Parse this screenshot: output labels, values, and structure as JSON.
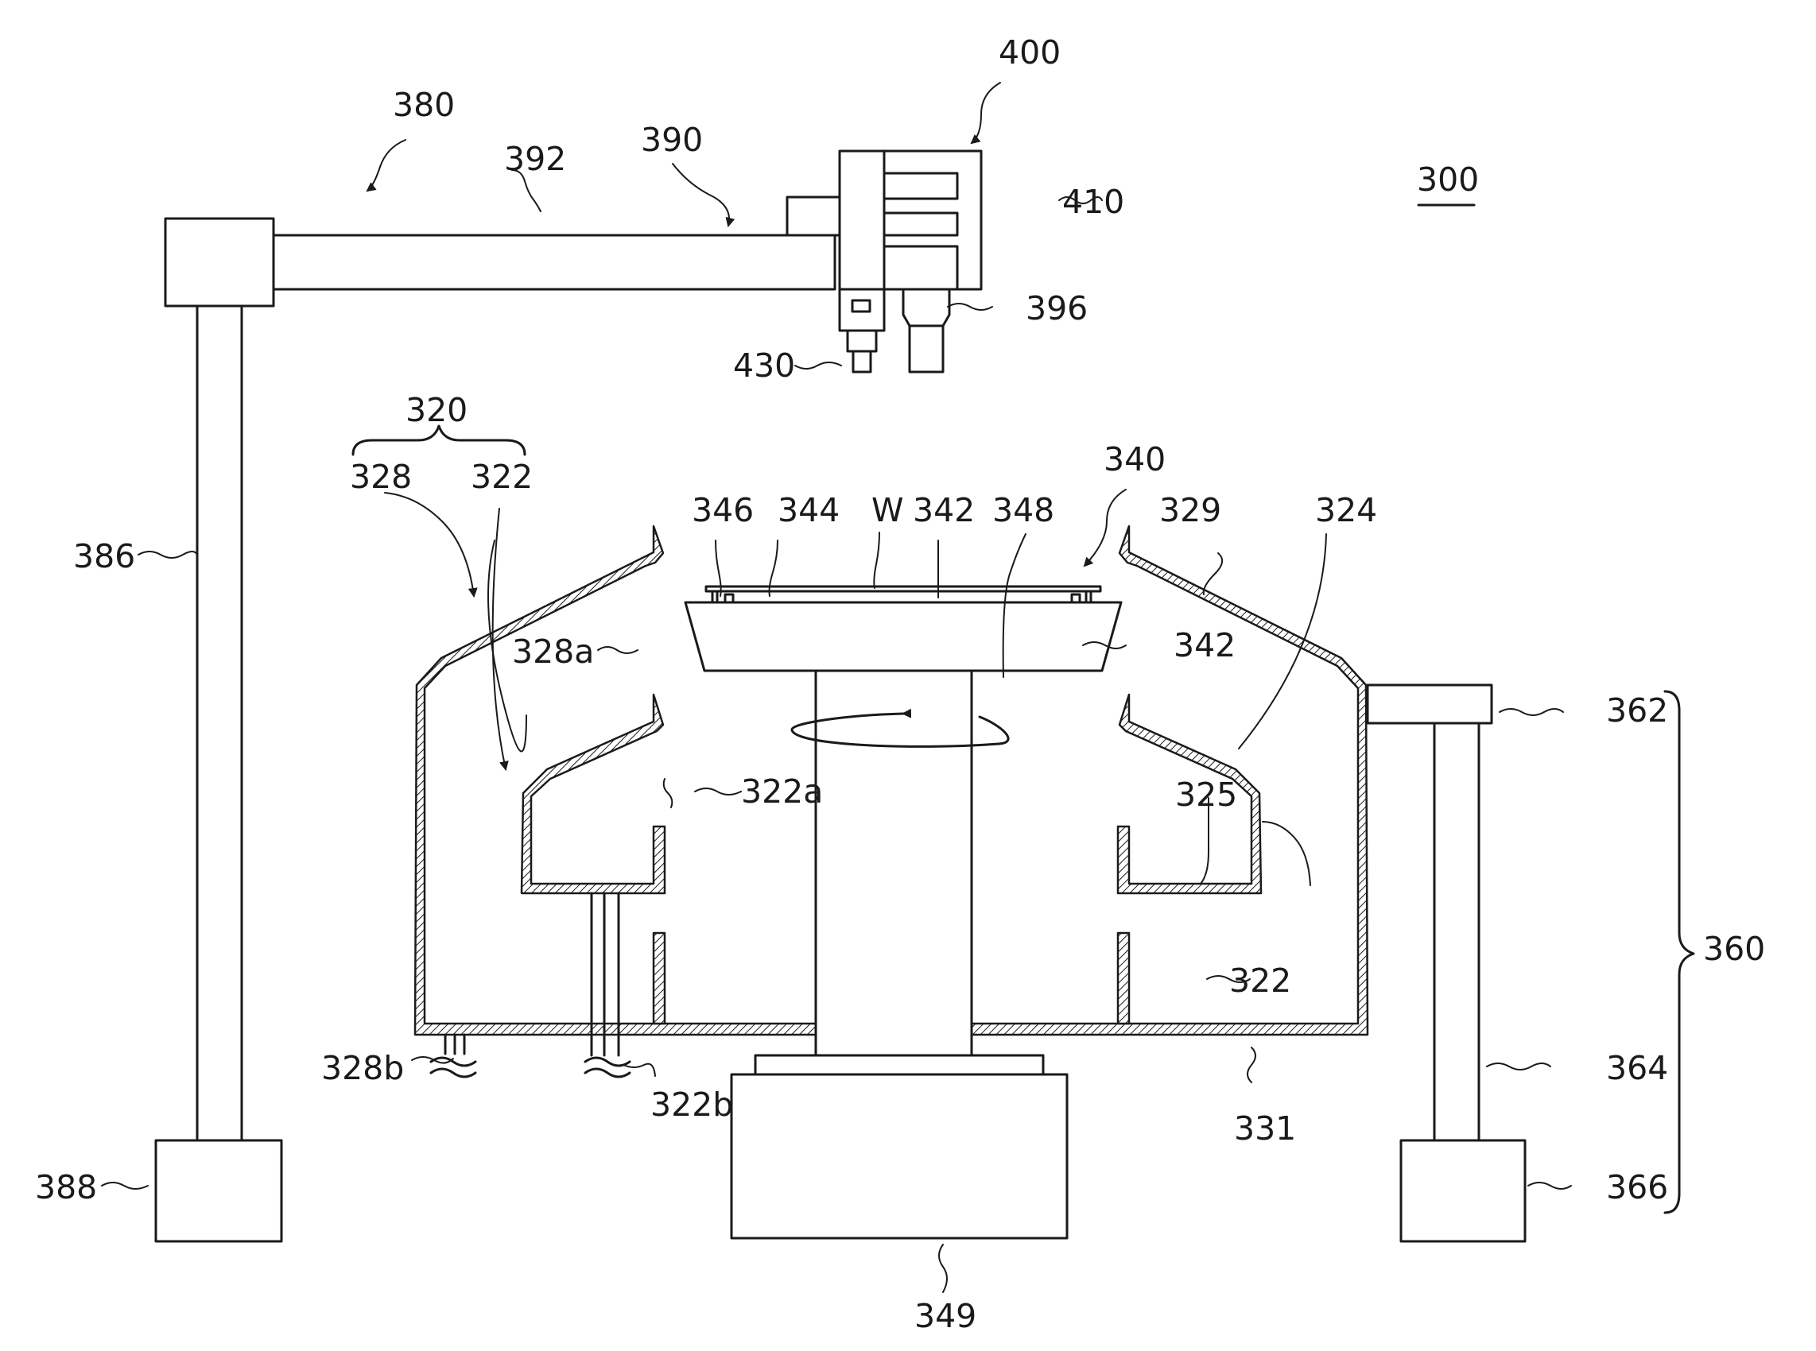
{
  "figure": {
    "ref_main": "300",
    "labels": {
      "l380": "380",
      "l392": "392",
      "l390": "390",
      "l400": "400",
      "l410": "410",
      "l396": "396",
      "l430": "430",
      "l320": "320",
      "l328": "328",
      "l322_top": "322",
      "l386": "386",
      "l328a": "328a",
      "l322a": "322a",
      "l328b": "328b",
      "l322b": "322b",
      "l388": "388",
      "l340": "340",
      "l346": "346",
      "l344": "344",
      "lW": "W",
      "l342_top": "342",
      "l348": "348",
      "l342_side": "342",
      "l329": "329",
      "l324": "324",
      "l325": "325",
      "l322_right": "322",
      "l331": "331",
      "l349": "349",
      "l362": "362",
      "l360": "360",
      "l364": "364",
      "l366": "366"
    }
  }
}
